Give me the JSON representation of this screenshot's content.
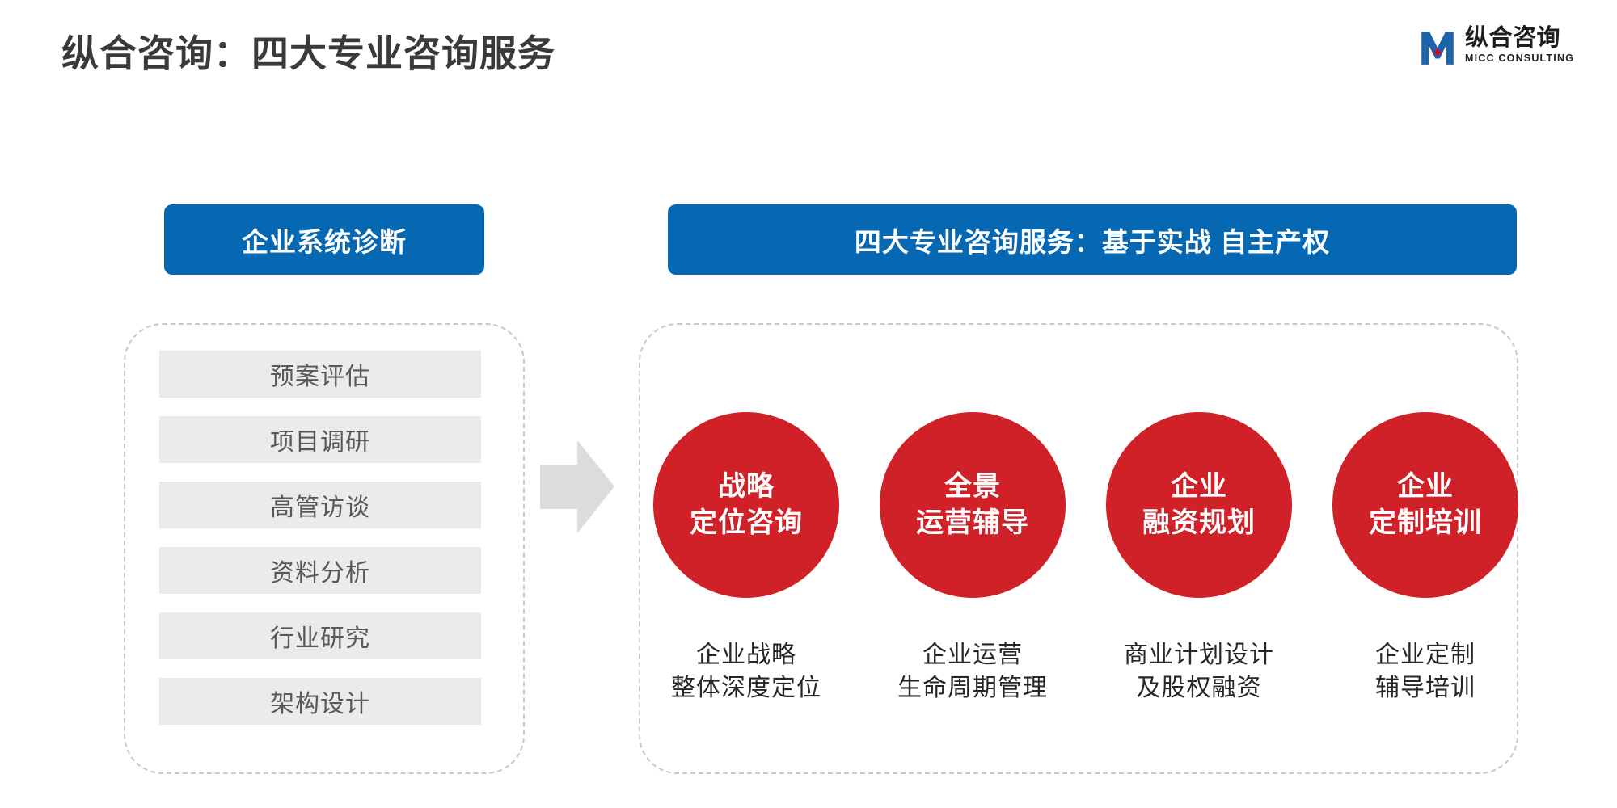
{
  "header": {
    "title": "纵合咨询：四大专业咨询服务"
  },
  "logo": {
    "icon": "micc-m-logo-icon",
    "brand_cn": "纵合咨询",
    "brand_en": "MICC CONSULTING"
  },
  "left_panel": {
    "header": "企业系统诊断",
    "items": [
      "预案评估",
      "项目调研",
      "高管访谈",
      "资料分析",
      "行业研究",
      "架构设计"
    ]
  },
  "flow": {
    "arrow_icon": "right-arrow"
  },
  "right_panel": {
    "header": "四大专业咨询服务：基于实战 自主产权",
    "services": [
      {
        "circle_line1": "战略",
        "circle_line2": "定位咨询",
        "caption_line1": "企业战略",
        "caption_line2": "整体深度定位"
      },
      {
        "circle_line1": "全景",
        "circle_line2": "运营辅导",
        "caption_line1": "企业运营",
        "caption_line2": "生命周期管理"
      },
      {
        "circle_line1": "企业",
        "circle_line2": "融资规划",
        "caption_line1": "商业计划设计",
        "caption_line2": "及股权融资"
      },
      {
        "circle_line1": "企业",
        "circle_line2": "定制培训",
        "caption_line1": "企业定制",
        "caption_line2": "辅导培训"
      }
    ]
  },
  "colors": {
    "accent_blue": "#0668b2",
    "accent_red": "#cf2127",
    "logo_blue": "#1c63a9",
    "logo_red": "#e60014",
    "item_gray": "#ebebeb",
    "arrow_gray": "#dcdcdc",
    "title_dark": "#3a3a3c"
  }
}
